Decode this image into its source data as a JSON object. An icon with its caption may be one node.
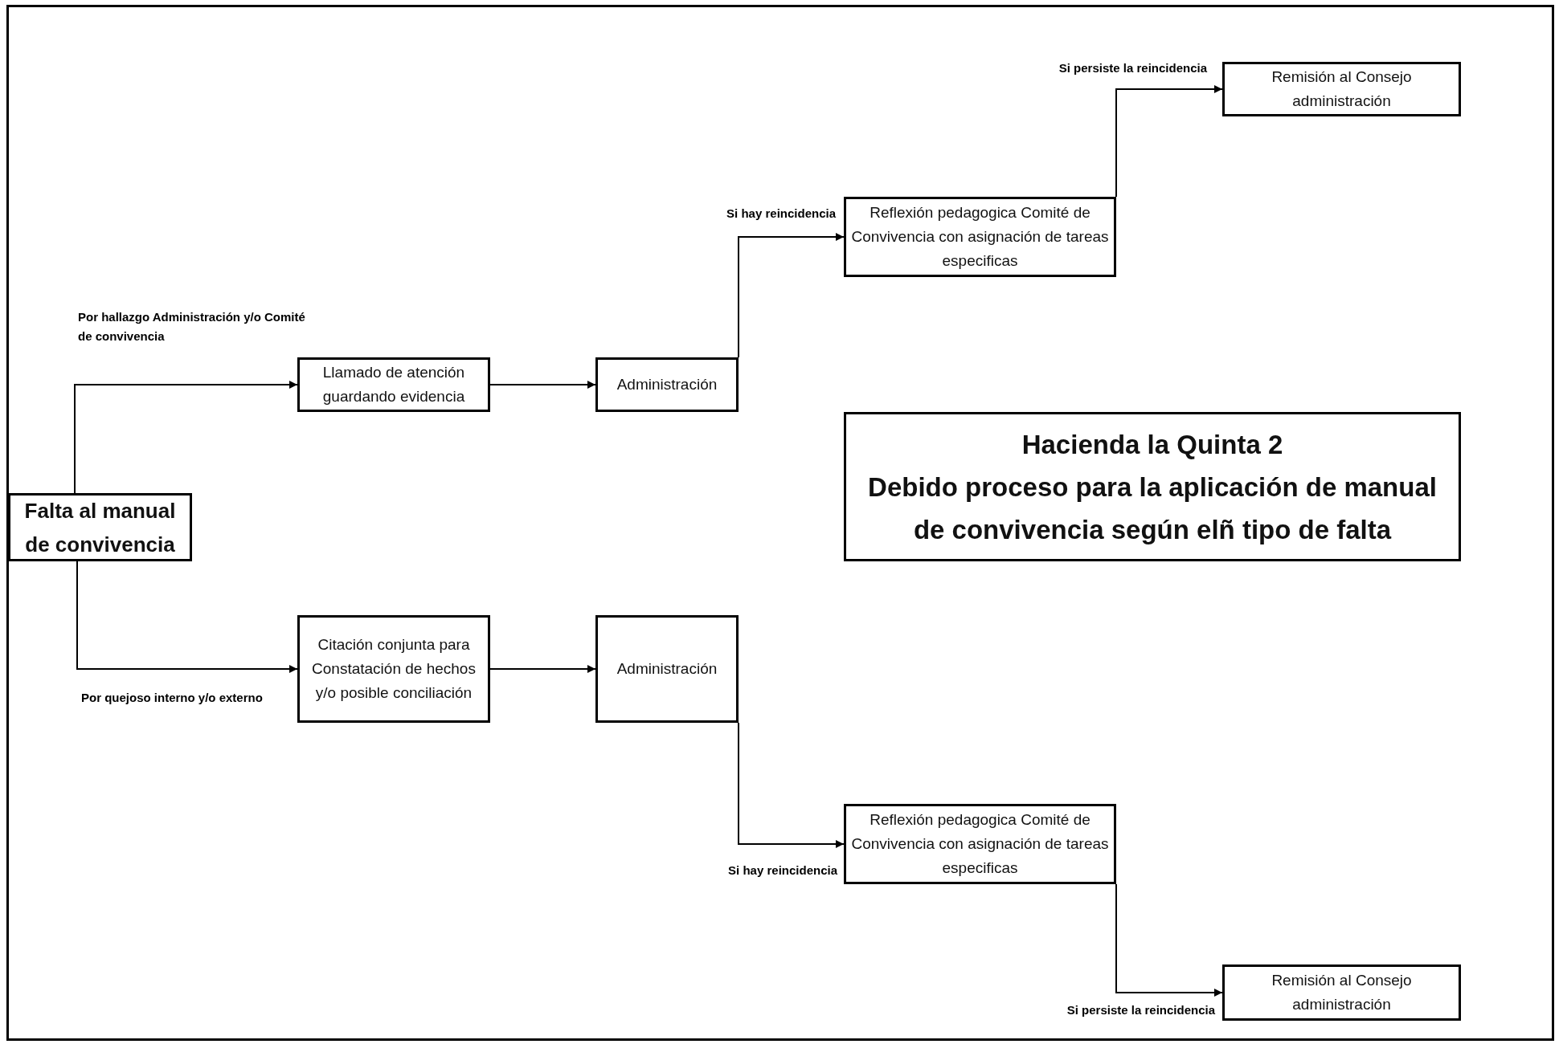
{
  "diagram": {
    "nodes": [
      {
        "text": [
          "Falta al manual de convivencia"
        ]
      },
      {
        "text": [
          "Llamado de atención guardando evidencia"
        ]
      },
      {
        "text": [
          "Administración"
        ]
      },
      {
        "text": [
          "Reflexión pedagogica Comité de Convivencia con asignación de tareas especificas"
        ]
      },
      {
        "text": [
          "Remisión al Consejo administración"
        ]
      },
      {
        "text": [
          "Citación conjunta para Constatación de hechos y/o posible conciliación"
        ]
      },
      {
        "text": [
          "Administración"
        ]
      },
      {
        "text": [
          "Reflexión pedagogica Comité de Convivencia con asignación de tareas especificas"
        ]
      },
      {
        "text": [
          "Remisión al Consejo administración"
        ]
      },
      {
        "text": [
          "Hacienda la Quinta 2",
          "Debido proceso para la aplicación de manual de convivencia según elñ tipo de falta"
        ]
      }
    ],
    "edges": [
      {
        "from": 0,
        "to": 1,
        "arrow": "to",
        "label": "Por hallazgo Administración y/o Comité de convivencia"
      },
      {
        "from": 0,
        "to": 5,
        "arrow": "to",
        "label": "Por quejoso interno y/o externo"
      },
      {
        "from": 1,
        "to": 2,
        "arrow": "to"
      },
      {
        "from": 5,
        "to": 6,
        "arrow": "to"
      },
      {
        "from": 2,
        "to": 3,
        "arrow": "to",
        "label": "Si hay reincidencia"
      },
      {
        "from": 3,
        "to": 4,
        "arrow": "to",
        "label": "Si persiste la reincidencia"
      },
      {
        "from": 6,
        "to": 7,
        "arrow": "to",
        "label": "Si hay reincidencia"
      },
      {
        "from": 7,
        "to": 8,
        "arrow": "to",
        "label": "Si persiste la reincidencia"
      }
    ]
  }
}
